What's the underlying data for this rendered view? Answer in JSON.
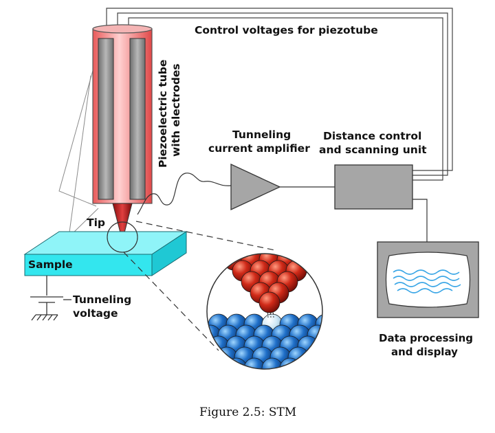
{
  "labels": {
    "control_voltages": "Control voltages for piezotube",
    "piezo_line1": "Piezoelectric tube",
    "piezo_line2": "with electrodes",
    "amp_line1": "Tunneling",
    "amp_line2": "current amplifier",
    "dist_line1": "Distance control",
    "dist_line2": "and scanning unit",
    "tip": "Tip",
    "sample": "Sample",
    "volt_line1": "Tunneling",
    "volt_line2": "voltage",
    "data_line1": "Data processing",
    "data_line2": "and display"
  },
  "caption": "Figure 2.5: STM",
  "colors": {
    "piezo_tube": "#f08a8a",
    "electrode": "#8c8c8c",
    "tip": "#b01818",
    "sample": "#33e6ee",
    "box": "#a6a6a6",
    "screen_wave": "#3aa6e6",
    "tip_atoms": "#c8281a",
    "sample_atoms": "#1f6fc8",
    "highlight_atom": "#cfe8f6"
  }
}
